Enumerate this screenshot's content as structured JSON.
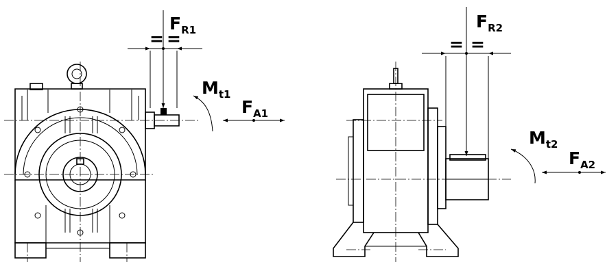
{
  "labels": {
    "fr1": {
      "main": "F",
      "sub": "R1"
    },
    "mt1": {
      "main": "M",
      "sub": "t1"
    },
    "fa1": {
      "main": "F",
      "sub": "A1"
    },
    "fr2": {
      "main": "F",
      "sub": "R2"
    },
    "mt2": {
      "main": "M",
      "sub": "t2"
    },
    "fa2": {
      "main": "F",
      "sub": "A2"
    }
  },
  "equal_marks": [
    "=",
    "=",
    "=",
    "="
  ],
  "colors": {
    "line": "#000000",
    "background": "#ffffff"
  }
}
